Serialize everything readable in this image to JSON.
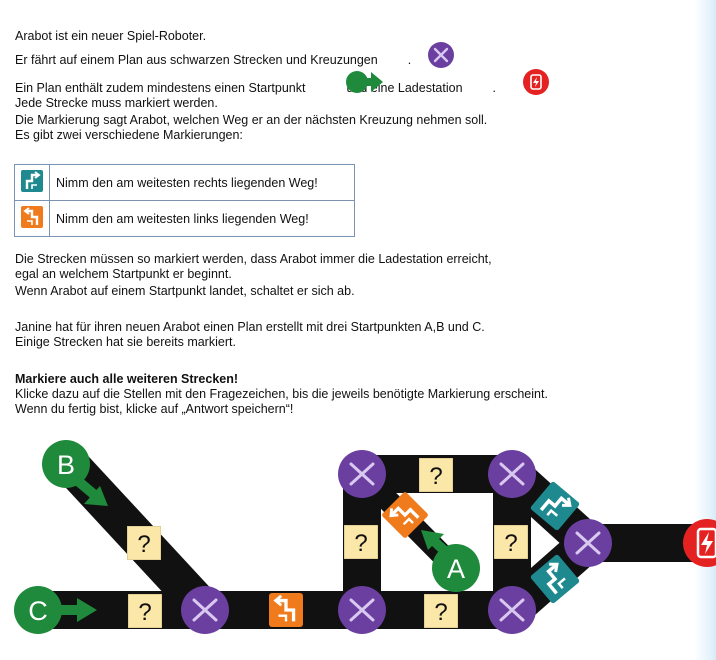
{
  "intro": {
    "line1": "Arabot ist ein neuer Spiel-Roboter.",
    "line2": "Er fährt auf einem Plan aus schwarzen Strecken und Kreuzungen",
    "line2_end": ".",
    "line3a": "Ein Plan enthält zudem mindestens einen Startpunkt",
    "line3b": "und eine Ladestation",
    "line3_end": ".",
    "line4": "Jede Strecke muss markiert werden.",
    "line5": "Die Markierung sagt Arabot, welchen Weg er an der nächsten Kreuzung nehmen soll.",
    "line6": "Es gibt zwei verschiedene Markierungen:"
  },
  "markings": [
    {
      "icon": "turn-right-marker-icon",
      "color": "#1e8a8f",
      "label": "Nimm den am weitesten rechts liegenden Weg!"
    },
    {
      "icon": "turn-left-marker-icon",
      "color": "#f07b1d",
      "label": "Nimm den am weitesten links liegenden Weg!"
    }
  ],
  "rules": {
    "line1": "Die Strecken müssen so markiert werden, dass Arabot immer die Ladestation erreicht,",
    "line2": "egal an welchem Startpunkt er beginnt.",
    "line3": "Wenn Arabot auf einem Startpunkt landet, schaltet er sich ab."
  },
  "scenario": {
    "line1": "Janine hat für ihren neuen Arabot einen Plan erstellt mit drei Startpunkten A,B und C.",
    "line2": "Einige Strecken hat sie bereits markiert."
  },
  "task": {
    "heading": "Markiere auch alle weiteren Strecken!",
    "line1": "Klicke dazu auf die Stellen mit den Fragezeichen, bis die jeweils benötigte Markierung erscheint.",
    "line2": "Wenn du fertig bist, klicke auf „Antwort speichern“!"
  },
  "board": {
    "start_labels": [
      "A",
      "B",
      "C"
    ],
    "question_mark": "?",
    "colors": {
      "track": "#111111",
      "crossing": "#6b3fa0",
      "start": "#1f8a3b",
      "station": "#e52222",
      "unknown": "#fbe7a8",
      "right_marker": "#1e8a8f",
      "left_marker": "#f07b1d"
    }
  }
}
